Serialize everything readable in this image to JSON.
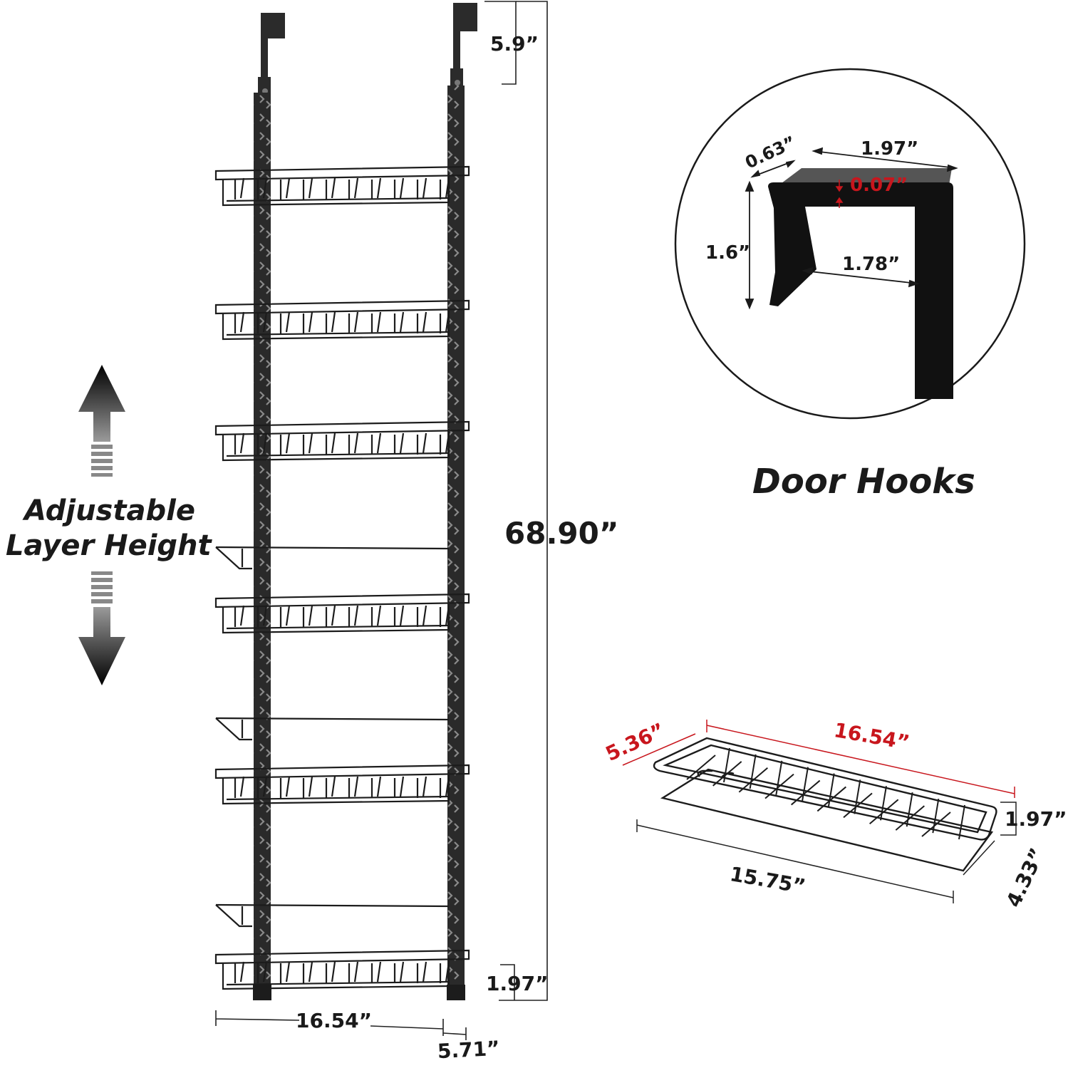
{
  "side_label": {
    "line1": "Adjustable",
    "line2": "Layer Height"
  },
  "rack_dims": {
    "hook_height": "5.9”",
    "total_height": "68.90”",
    "basket_height": "1.97”",
    "width": "16.54”",
    "depth": "5.71”"
  },
  "hook_detail": {
    "title": "Door Hooks",
    "depth": "0.63”",
    "width": "1.97”",
    "thickness": "0.07”",
    "height": "1.6”",
    "inner_width": "1.78”"
  },
  "basket_detail": {
    "depth_top": "5.36”",
    "length_top": "16.54”",
    "height": "1.97”",
    "length_bottom": "15.75”",
    "depth_bottom": "4.33”"
  },
  "colors": {
    "accent_red": "#c8161d",
    "metal": "#1c1c1c",
    "line": "#222222"
  }
}
